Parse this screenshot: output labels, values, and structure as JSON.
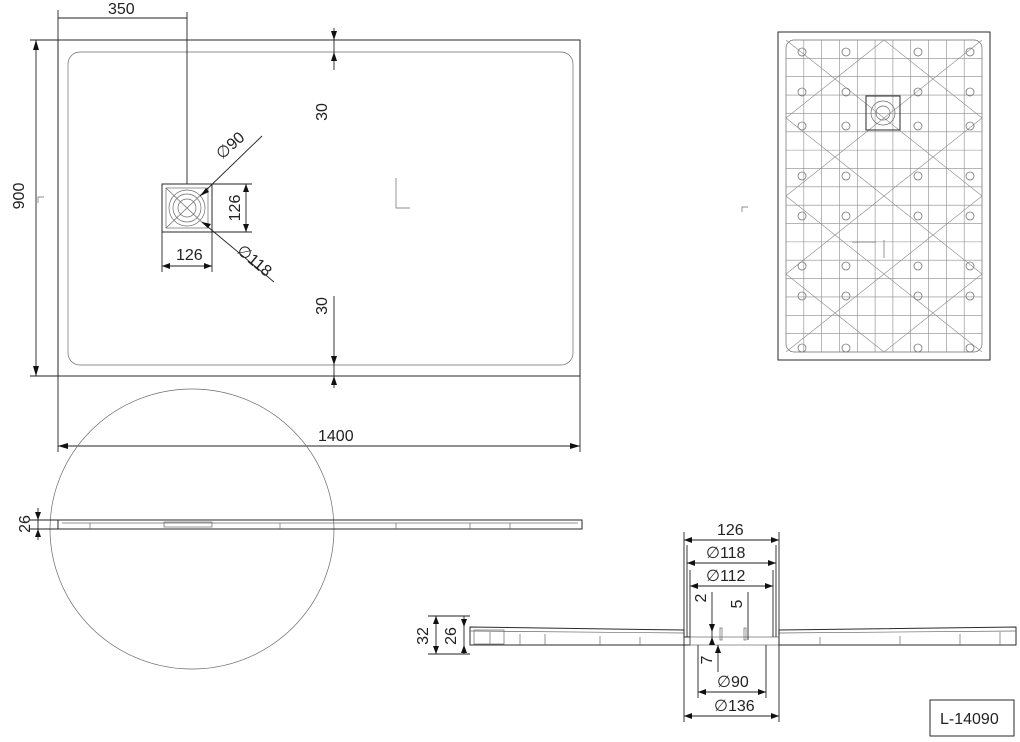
{
  "plan": {
    "dim_width": "1400",
    "dim_height": "900",
    "dim_drain_offset": "350",
    "dim_rim_top": "30",
    "dim_rim_bottom": "30",
    "dim_drain_width": "126",
    "dim_drain_height": "126",
    "dim_drain_d90": "∅90",
    "dim_drain_d118": "∅118"
  },
  "side_view": {
    "dim_thickness": "26"
  },
  "detail": {
    "dim_126": "126",
    "dim_d118": "∅118",
    "dim_d112": "∅112",
    "dim_2": "2",
    "dim_5": "5",
    "dim_7": "7",
    "dim_d90": "∅90",
    "dim_d136": "∅136",
    "dim_32": "32",
    "dim_26": "26"
  },
  "title_block": {
    "code": "L-14090"
  }
}
